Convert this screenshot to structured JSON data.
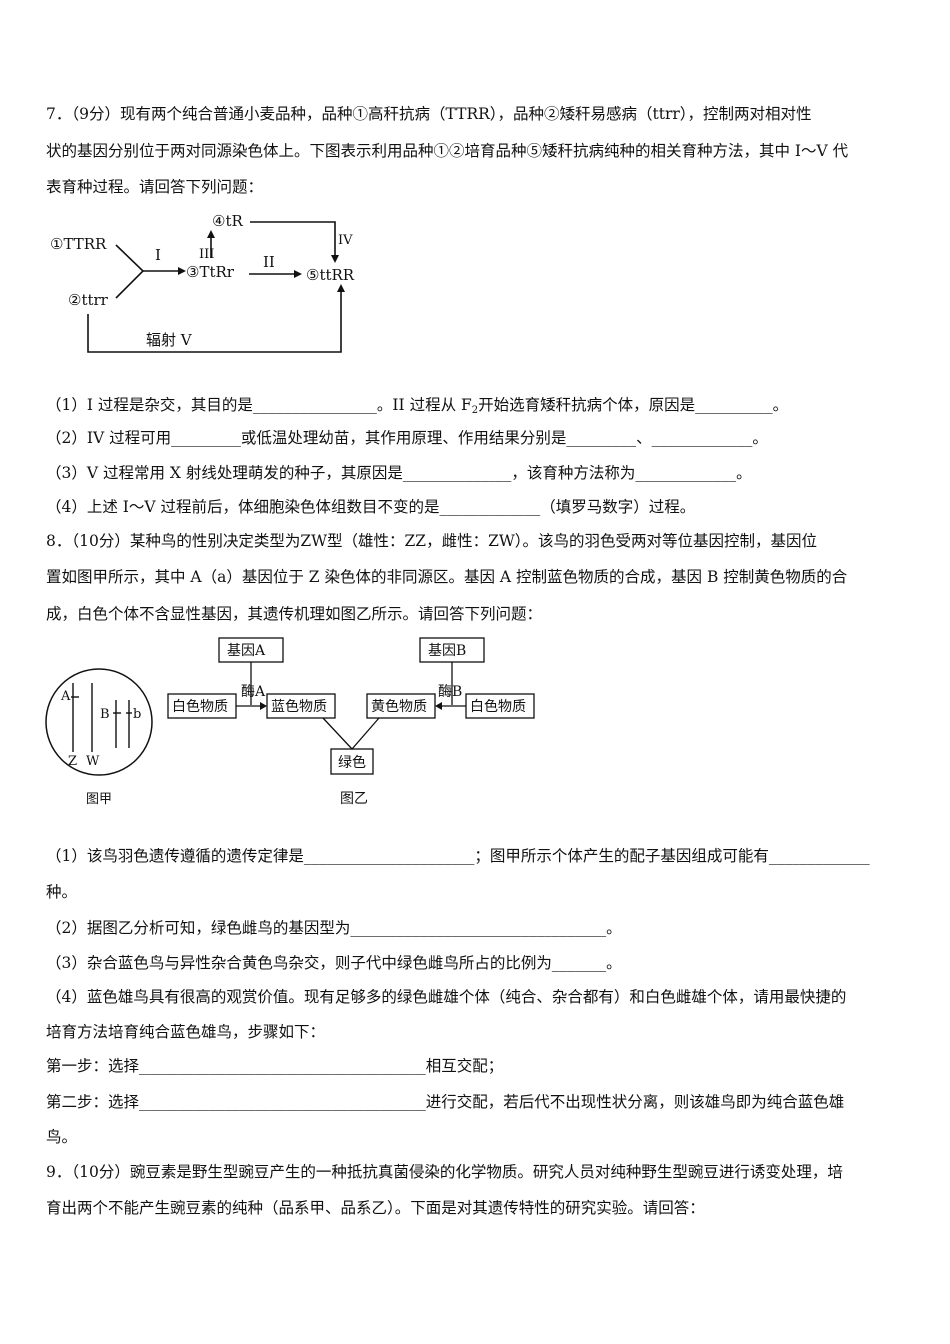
{
  "q7": {
    "line1": "7．（9分）现有两个纯合普通小麦品种，品种①高秆抗病（TTRR），品种②矮秆易感病（ttrr），控制两对相对性",
    "line2": "状的基因分别位于两对同源染色体上。下图表示利用品种①②培育品种⑤矮秆抗病纯种的相关育种方法，其中 I～V 代",
    "line3": "表育种过程。请回答下列问题：",
    "diagram": {
      "n1": "①TTRR",
      "n2": "②ttrr",
      "n3": "③TtRr",
      "n4": "④tR",
      "n5": "⑤ttRR",
      "p1": "I",
      "p2": "II",
      "p3": "III",
      "p4": "IV",
      "p5": "辐射 V"
    },
    "s1a": "（1）I 过程是杂交，其目的是",
    "s1b": "。II 过程从 F",
    "s1sub": "2",
    "s1c": "开始选育矮秆抗病个体，原因是",
    "s1d": "。",
    "s2a": "（2）IV 过程可用",
    "s2b": "或低温处理幼苗，其作用原理、作用结果分别是",
    "s2c": "、",
    "s2d": "。",
    "s3a": "（3）V 过程常用 X 射线处理萌发的种子，其原因是",
    "s3b": "，该育种方法称为",
    "s3c": "。",
    "s4a": "（4）上述 I～V 过程前后，体细胞染色体组数目不变的是",
    "s4b": "（填罗马数字）过程。"
  },
  "q8": {
    "line1": "8．（10分）某种鸟的性别决定类型为ZW型（雄性：ZZ，雌性：ZW）。该鸟的羽色受两对等位基因控制，基因位",
    "line2": "置如图甲所示，其中 A（a）基因位于 Z 染色体的非同源区。基因 A 控制蓝色物质的合成，基因 B 控制黄色物质的合",
    "line3": "成，白色个体不含显性基因，其遗传机理如图乙所示。请回答下列问题：",
    "fig_jia": {
      "A": "A",
      "B": "B",
      "b": "b",
      "Z": "Z",
      "W": "W",
      "caption": "图甲"
    },
    "fig_yi": {
      "gene_a": "基因A",
      "gene_b": "基因B",
      "enzyme_a": "酶A",
      "enzyme_b": "酶B",
      "white1": "白色物质",
      "blue": "蓝色物质",
      "yellow": "黄色物质",
      "white2": "白色物质",
      "green": "绿色",
      "caption": "图乙"
    },
    "s1a": "（1）该鸟羽色遗传遵循的遗传定律是",
    "s1b": "；图甲所示个体产生的配子基因组成可能有",
    "s1c": "种。",
    "s2a": "（2）据图乙分析可知，绿色雌鸟的基因型为",
    "s2b": "。",
    "s3a": "（3）杂合蓝色鸟与异性杂合黄色鸟杂交，则子代中绿色雌鸟所占的比例为",
    "s3b": "。",
    "s4a": "（4）蓝色雄鸟具有很高的观赏价值。现有足够多的绿色雌雄个体（纯合、杂合都有）和白色雌雄个体，请用最快捷的",
    "s4b": "培育方法培育纯合蓝色雄鸟，步骤如下：",
    "st1a": "第一步：选择",
    "st1b": "相互交配；",
    "st2a": "第二步：选择",
    "st2b": "进行交配，若后代不出现性状分离，则该雄鸟即为纯合蓝色雄",
    "st2c": "鸟。"
  },
  "q9": {
    "line1": "9．（10分）豌豆素是野生型豌豆产生的一种抵抗真菌侵染的化学物质。研究人员对纯种野生型豌豆进行诱变处理，培",
    "line2": "育出两个不能产生豌豆素的纯种（品系甲、品系乙）。下面是对其遗传特性的研究实验。请回答："
  }
}
